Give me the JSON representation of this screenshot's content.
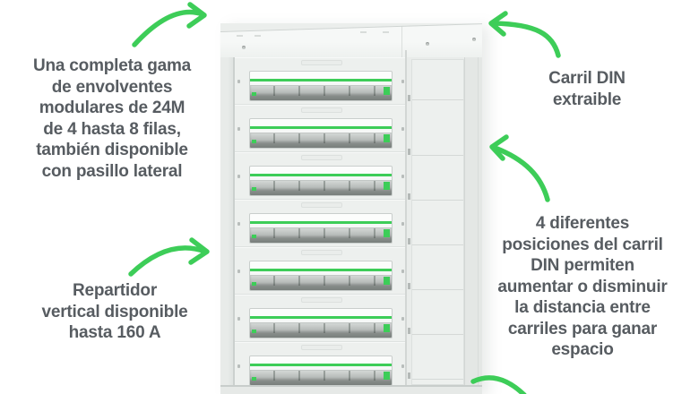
{
  "colors": {
    "arrow_green": "#3DCD58",
    "rail_green": "#3DCD58",
    "text_gray": "#575C61"
  },
  "annotations": {
    "full_range": {
      "text": "Una completa gama\nde envolventes\nmodulares de 24M\nde 4 hasta 8 filas,\ntambién disponible\ncon pasillo lateral"
    },
    "vertical_distributor": {
      "text": "Repartidor\nvertical disponible\nhasta 160 A"
    },
    "din_rail_removable": {
      "text": "Carril DIN\nextraible"
    },
    "din_positions": {
      "text": "4 diferentes\nposiciones del carril\nDIN permiten\naumentar o disminuir\nla distancia entre\ncarriles para ganar\nespacio"
    }
  },
  "cabinet": {
    "row_count": 7
  }
}
